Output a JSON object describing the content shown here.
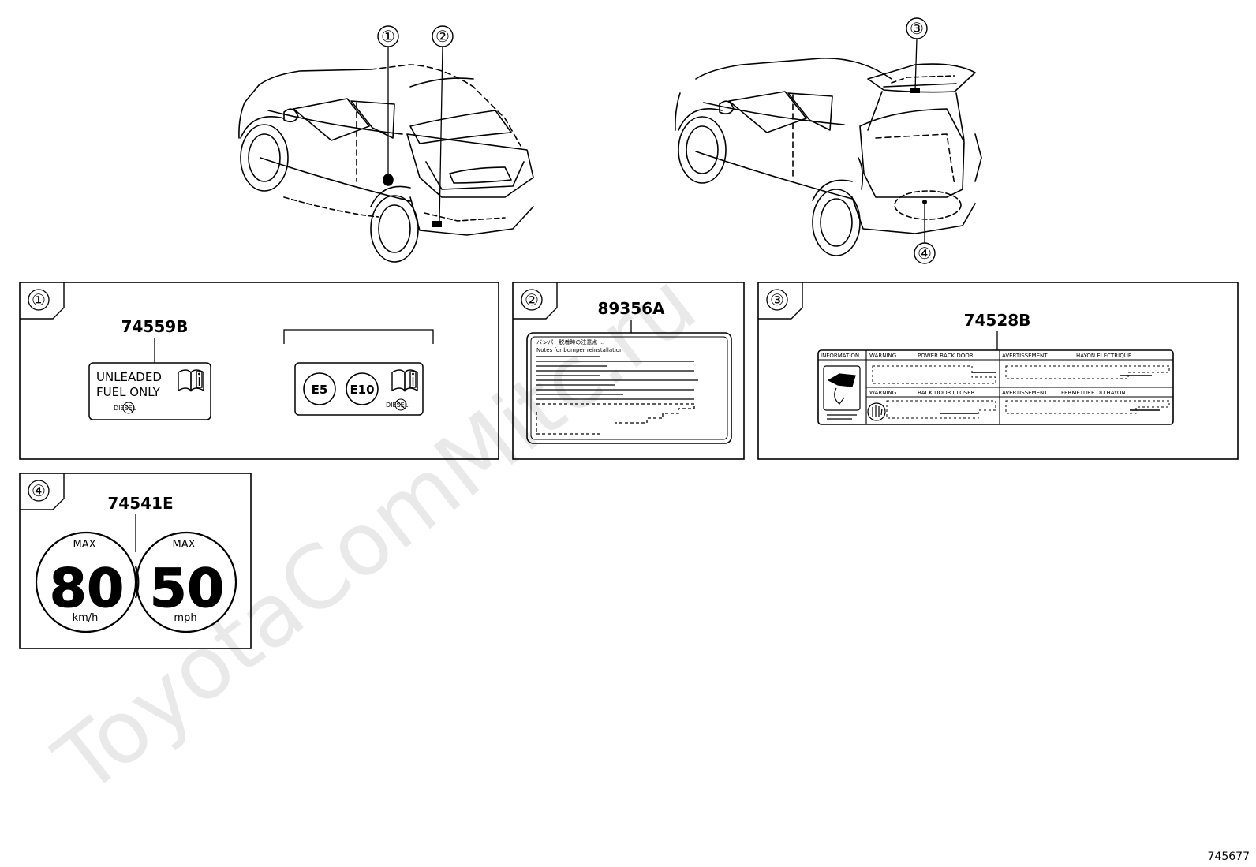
{
  "watermark": "ToyotaComMitc.ru",
  "figure_id": "745677",
  "overview_callouts": {
    "left_car": [
      "①",
      "②"
    ],
    "right_car": [
      "③",
      "④"
    ]
  },
  "panels": [
    {
      "callout": "①",
      "part_number": "74559B",
      "label_a_lines": [
        "UNLEADED",
        "FUEL ONLY"
      ],
      "label_a_small": "DIESEL",
      "label_b_badges": [
        "E5",
        "E10"
      ],
      "label_b_small": "DIESEL",
      "manual_icon": "manual-info-icon"
    },
    {
      "callout": "②",
      "part_number": "89356A",
      "header_text": "バンパー脱着時の注意点 ...",
      "subheader_text": "Notes for bumper reinstallation"
    },
    {
      "callout": "③",
      "part_number": "74528B",
      "information_label": "INFORMATION",
      "warning_1": "WARNING",
      "warning_1_title": "POWER BACK DOOR",
      "avert_1": "AVERTISSEMENT",
      "avert_1_title": "HAYON ELECTRIQUE",
      "warning_2": "WARNING",
      "warning_2_title": "BACK DOOR CLOSER",
      "avert_2": "AVERTISSEMENT",
      "avert_2_title": "FERMETURE DU HAYON"
    },
    {
      "callout": "④",
      "part_number": "74541E",
      "left_max": "MAX",
      "left_value": "80",
      "left_unit": "km/h",
      "right_max": "MAX",
      "right_value": "50",
      "right_unit": "mph"
    }
  ],
  "colors": {
    "ink": "#000000",
    "watermark": "#e9e9e9",
    "background": "#ffffff"
  }
}
